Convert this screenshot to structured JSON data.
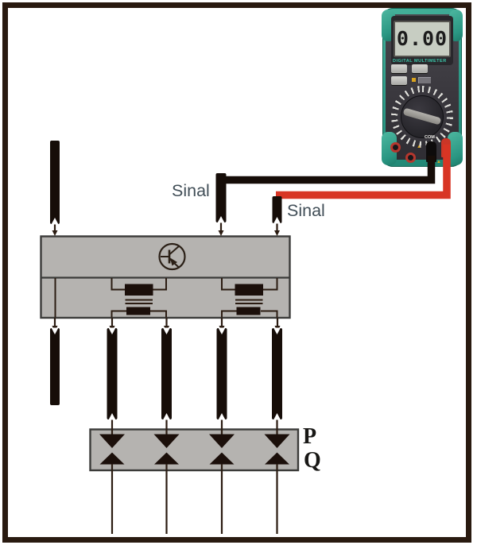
{
  "labels": {
    "signal_left": "Sinal",
    "signal_right": "Sinal",
    "row_p": "P",
    "row_q": "Q"
  },
  "multimeter": {
    "display_value": "0.00",
    "panel_label": "DIGITAL MULTIMETER",
    "com_jack_label": "COM"
  },
  "colors": {
    "frame_border": "#291a10",
    "holster_teal": "#2f9e8a",
    "lead_red": "#d83524",
    "lead_black": "#160d08",
    "module_gray": "#b5b3b0",
    "signal_label_text": "#414e57"
  }
}
